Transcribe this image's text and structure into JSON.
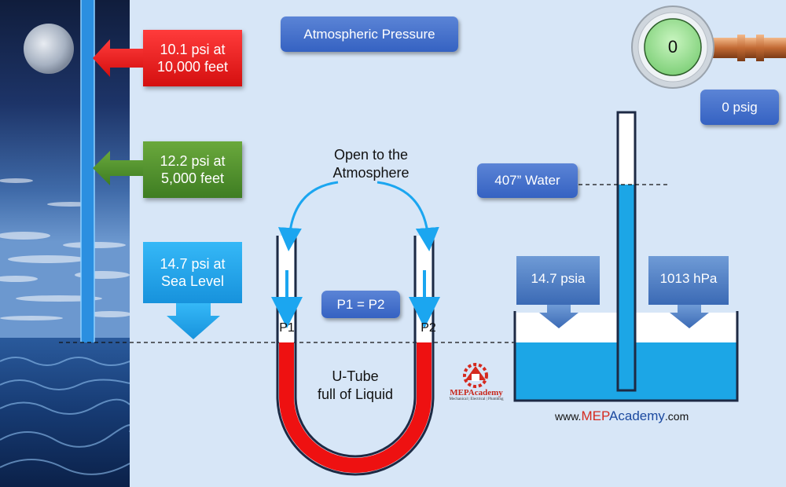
{
  "title": "Atmospheric Pressure",
  "altitude_labels": [
    {
      "text": "10.1 psi at\n10,000 feet",
      "color": "#ee1c1c"
    },
    {
      "text": "12.2 psi at\n5,000 feet",
      "color": "#4f8a2a"
    },
    {
      "text": "14.7 psi at\nSea Level",
      "color": "#1ba6f0"
    }
  ],
  "utube": {
    "top_caption": "Open to the\nAtmosphere",
    "left_point": "P1",
    "right_point": "P2",
    "equation": "P1 = P2",
    "bottom_caption": "U-Tube\nfull of Liquid",
    "liquid_color": "#ee1111"
  },
  "barometer": {
    "column_label": "407” Water",
    "left_pressure": "14.7 psia",
    "right_pressure": "1013 hPa",
    "water_color": "#1ca6e6"
  },
  "gauge": {
    "reading": "0",
    "unit_label": "0 psig"
  },
  "logo": {
    "name": "MEPAcademy",
    "tagline": "Mechanical | Electrical | Plumbing"
  },
  "website": {
    "prefix": "www.",
    "brand_colored": "MEP",
    "brand_rest": "Academy",
    "suffix": ".com"
  }
}
